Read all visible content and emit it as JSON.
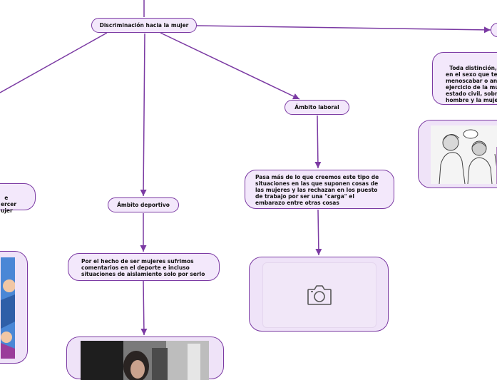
{
  "nodes": {
    "center": "Discriminación hacia la mujer",
    "laboral": "Ámbito laboral",
    "deportivo": "Ámbito deportivo",
    "left_partial": "e\nercer\nujer",
    "definition": "Toda distinción, ex\nen el sexo que ten\nmenoscabar o anu\nejercicio de la muj\nestado civil, sobre\nhombre y la mujer\nlibertades fundam",
    "laboral_desc": "Pasa más de lo que creemos este tipo de situaciones en las que suponen cosas de las mujeres y las rechazan en los puesto de trabajo por ser una \"carga\"  el embarazo entre otras cosas",
    "deportivo_desc": "Por el hecho de ser mujeres sufrimos comentarios en el deporte e incluso situaciones de aislamiento solo por serlo"
  },
  "icons": {
    "placeholder": "camera-icon"
  },
  "colors": {
    "stroke": "#7b3aa3",
    "fill": "#f3e8fb",
    "image_frame": "#efe3f8"
  }
}
